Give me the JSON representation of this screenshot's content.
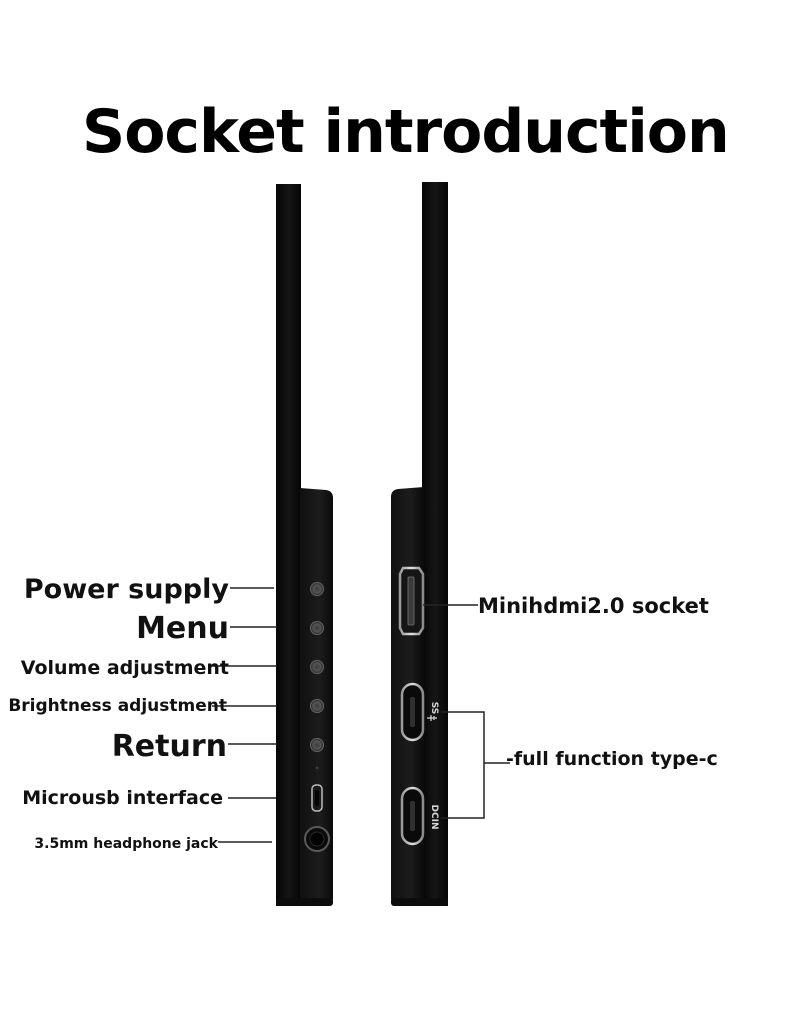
{
  "title": "Socket introduction",
  "labels": {
    "power_supply": "Power supply",
    "menu": "Menu",
    "volume_adjustment": "Volume adjustment",
    "brightness_adjustment": "Brightness adjustment",
    "return": "Return",
    "microusb_interface": "Microusb interface",
    "headphone_jack": "3.5mm headphone jack",
    "minihdmi_socket": "Minihdmi2.0 socket",
    "full_function_typec": "-full function type-c"
  },
  "port_markings": {
    "ss_marking": "SS",
    "dcin_marking": "DCIN"
  },
  "colors": {
    "device_body": "#0b0b0b",
    "device_edge": "#2a2a2a",
    "leader_line": "#222222",
    "text": "#111111"
  }
}
